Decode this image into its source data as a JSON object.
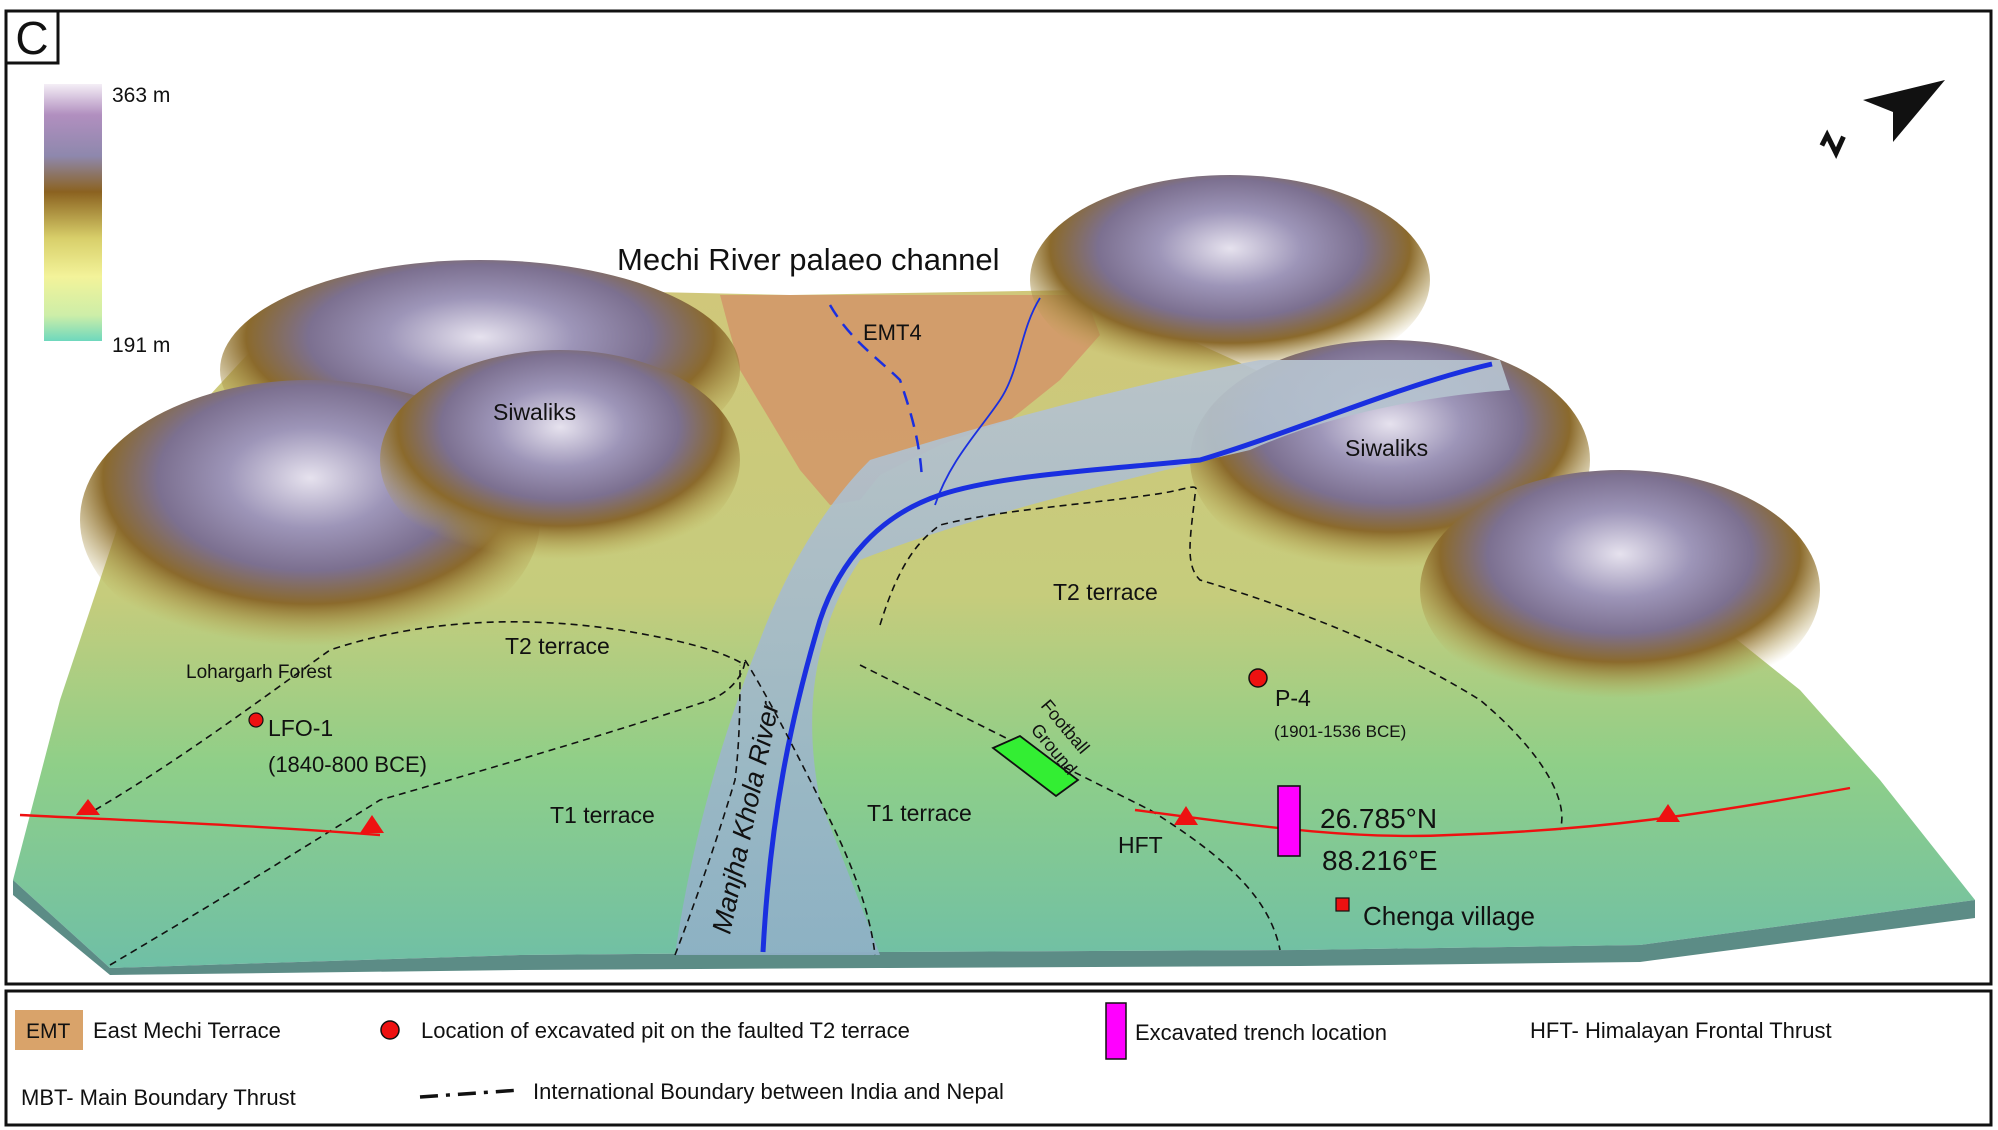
{
  "panel": {
    "letter": "C"
  },
  "elevation_scale": {
    "max": "363 m",
    "min": "191 m"
  },
  "north_arrow": {
    "label": "N"
  },
  "labels": {
    "palaeo_channel": "Mechi River palaeo channel",
    "emt4": "EMT4",
    "siwaliks_left": "Siwaliks",
    "siwaliks_right": "Siwaliks",
    "t2_left": "T2 terrace",
    "t2_right": "T2 terrace",
    "t1_left": "T1 terrace",
    "t1_right": "T1 terrace",
    "lohargarh": "Lohargarh Forest",
    "lfo1_name": "LFO-1",
    "lfo1_age": "(1840-800 BCE)",
    "p4_name": "P-4",
    "p4_age": "(1901-1536 BCE)",
    "river": "Manjha Khola River",
    "football_1": "Football",
    "football_2": "Ground",
    "hft": "HFT",
    "lat": "26.785°N",
    "lon": "88.216°E",
    "chenga": "Chenga village"
  },
  "legend": {
    "emt_abbrev": "EMT",
    "emt_text": "East Mechi Terrace",
    "pit_text": "Location of excavated pit on the faulted T2 terrace",
    "trench_text": "Excavated trench location",
    "hft_text": "HFT- Himalayan Frontal Thrust",
    "mbt_text": "MBT- Main Boundary Thrust",
    "boundary_text": "International Boundary between India and Nepal"
  },
  "colors": {
    "river": "#1a2fe0",
    "fault": "#ee1111",
    "pit": "#ee1111",
    "trench": "#ff00ff",
    "football": "#33ee33",
    "emt_fill": "#d9a36a",
    "hill_top": "#9a92b8",
    "hill_mid": "#8a6a30",
    "terrace": "#c9c777",
    "lowland": "#7fc48a"
  }
}
